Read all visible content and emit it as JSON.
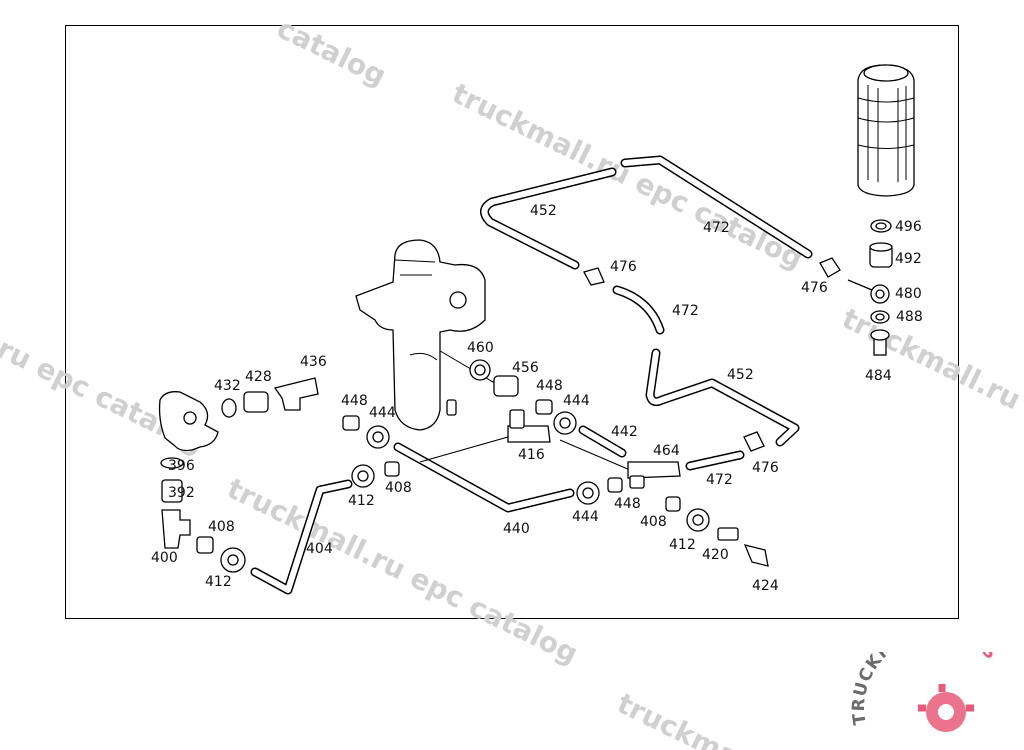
{
  "watermark": {
    "text": "truckmall.ru epc catalog",
    "fragment": "catalog",
    "fragment_left": "ru epc catalog",
    "fragment_bottom": "truckma",
    "color": "#d0d0d0"
  },
  "logo": {
    "brand_main": "TRUCKMALL",
    "brand_accent": "PARTS",
    "main_color": "#6b6b6b",
    "accent_color": "#e85a7a",
    "icon": "gear-parts-icon"
  },
  "callouts": [
    "392",
    "396",
    "400",
    "404",
    "408",
    "408",
    "408",
    "412",
    "412",
    "412",
    "416",
    "420",
    "424",
    "428",
    "432",
    "436",
    "440",
    "442",
    "444",
    "444",
    "444",
    "448",
    "448",
    "448",
    "452",
    "452",
    "456",
    "460",
    "464",
    "472",
    "472",
    "472",
    "476",
    "476",
    "476",
    "480",
    "484",
    "488",
    "492",
    "496"
  ]
}
